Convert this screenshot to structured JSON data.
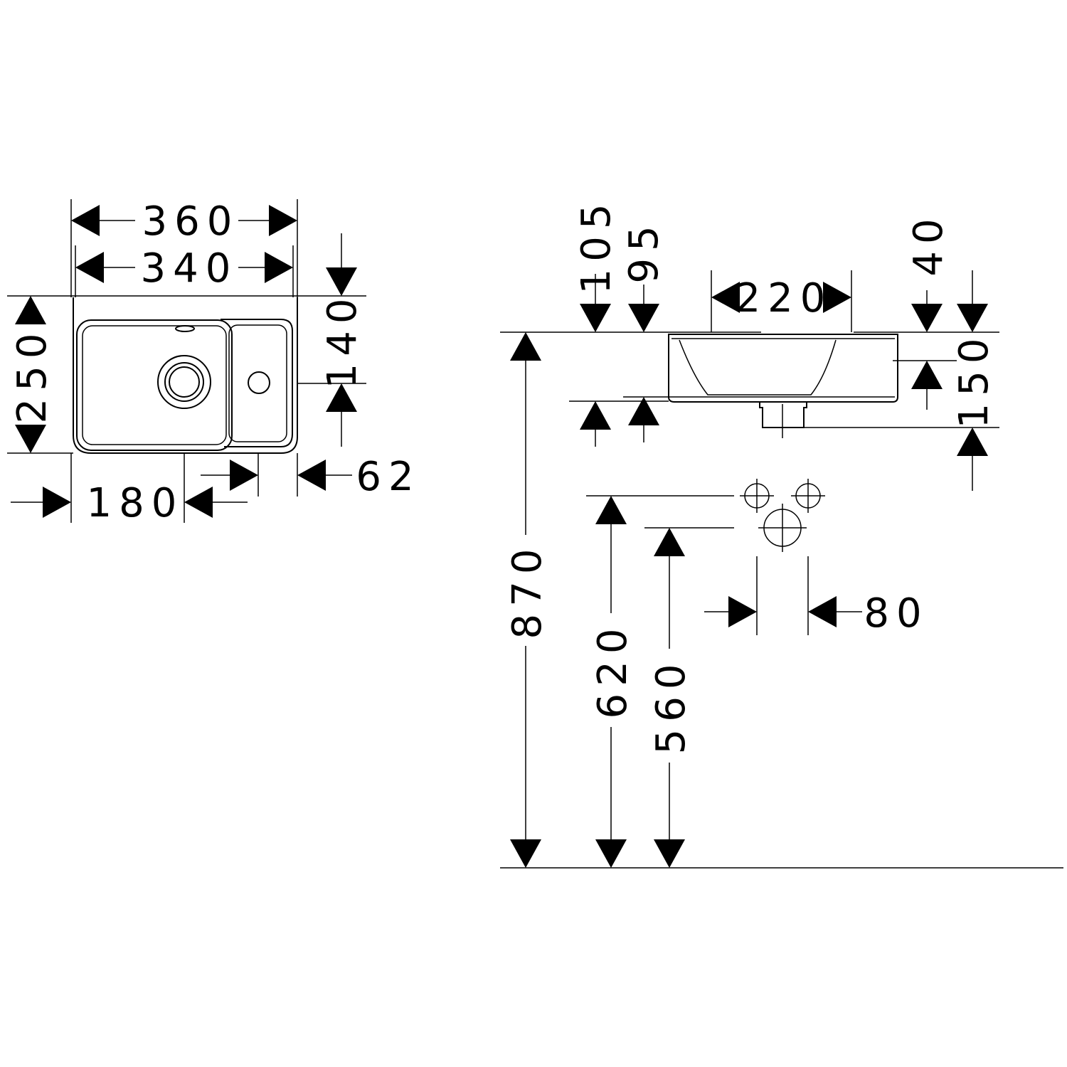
{
  "dimensions": {
    "w360": "360",
    "w340": "340",
    "d250": "250",
    "d140": "140",
    "w180": "180",
    "w62": "62",
    "h105": "105",
    "h95": "95",
    "w220": "220",
    "h40": "40",
    "h150": "150",
    "h870": "870",
    "h620": "620",
    "h560": "560",
    "w80": "80"
  }
}
